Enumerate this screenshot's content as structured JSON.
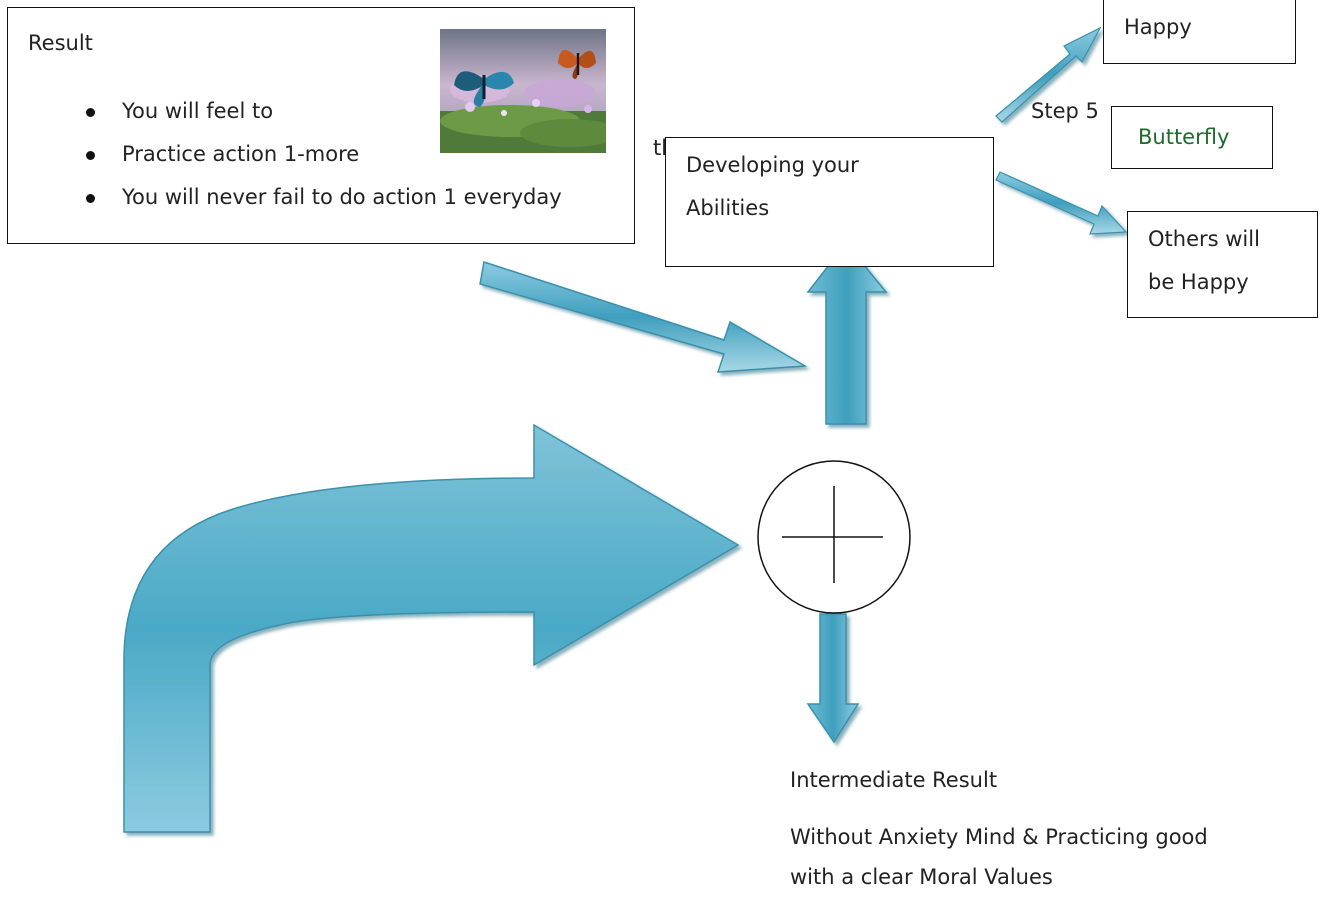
{
  "result_box": {
    "title": "Result",
    "bullets": [
      "You will feel to",
      "Practice action 1-more",
      "You will never fail to do action 1 everyday"
    ],
    "overflow_text": "tha"
  },
  "butterfly_image": {
    "subject": "butterflies on flowers"
  },
  "developing_box": {
    "line1": "Developing your",
    "line2": "Abilities"
  },
  "happy_box": {
    "label": "Happy"
  },
  "step_label": "Step 5",
  "butterfly_box": {
    "label": "Butterfly",
    "color": "#1e6b2e"
  },
  "others_box": {
    "line1": "Others will",
    "line2": "be Happy"
  },
  "sum_node": {
    "symbol": "plus"
  },
  "intermediate": {
    "title": "Intermediate Result",
    "line1": "Without Anxiety Mind & Practicing good",
    "line2": "with a clear Moral Values"
  },
  "colors": {
    "arrow_dark": "#3a9fbd",
    "arrow_light": "#a8d8e6",
    "arrow_edge": "#2f7d96"
  }
}
